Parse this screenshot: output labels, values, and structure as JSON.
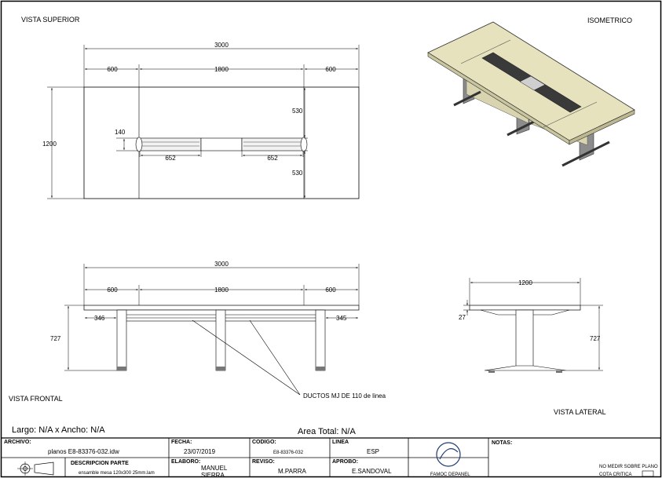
{
  "views": {
    "top": "VISTA SUPERIOR",
    "iso": "ISOMETRICO",
    "front": "VISTA FRONTAL",
    "side": "VISTA LATERAL"
  },
  "top_dims": {
    "overall": "3000",
    "left": "600",
    "middle": "1800",
    "right": "600",
    "depth": "1200",
    "upper": "530",
    "lower": "530",
    "duct_h": "140",
    "duct_l": "652",
    "duct_r": "652"
  },
  "front_dims": {
    "overall": "3000",
    "left": "600",
    "middle": "1800",
    "right": "600",
    "off_l": "346",
    "off_r": "345",
    "height": "727"
  },
  "side_dims": {
    "width": "1200",
    "top": "27",
    "height": "727"
  },
  "callout": "DUCTOS MJ DE 110 de linea",
  "summary": {
    "size": "Largo: N/A x Ancho: N/A",
    "area": "Area Total: N/A"
  },
  "title_block": {
    "archivo_label": "ARCHIVO:",
    "archivo": "planos E8-83376-032.idw",
    "fecha_label": "FECHA:",
    "fecha": "23/07/2019",
    "codigo_label": "CODIGO:",
    "codigo": "E8-83376-032",
    "linea_label": "LINEA",
    "linea": "ESP",
    "notas_label": "NOTAS:",
    "desc_label": "DESCRIPCION PARTE",
    "desc": "ensamble mesa 120x300 25mm.lam",
    "elaboro_label": "ELABORO:",
    "elaboro_1": "MANUEL",
    "elaboro_2": "SIERRA",
    "reviso_label": "REVISO:",
    "reviso": "M.PARRA",
    "aprobo_label": "APROBO:",
    "aprobo": "E.SANDOVAL",
    "logo": "FAMOC DEPANEL",
    "note_1": "NO MEDIR SOBRE PLANO",
    "note_2": "COTA CRITICA"
  }
}
